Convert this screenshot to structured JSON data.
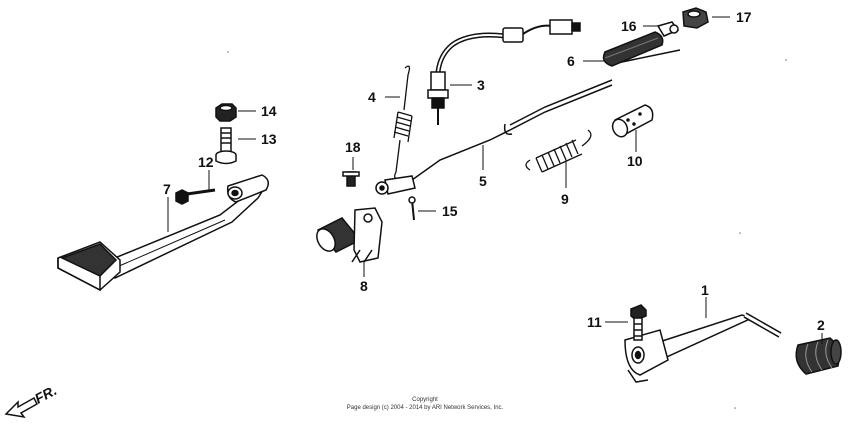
{
  "callouts": {
    "n1": "1",
    "n2": "2",
    "n3": "3",
    "n4": "4",
    "n5": "5",
    "n6": "6",
    "n7": "7",
    "n8": "8",
    "n9": "9",
    "n10": "10",
    "n11": "11",
    "n12": "12",
    "n13": "13",
    "n14": "14",
    "n15": "15",
    "n16": "16",
    "n17": "17",
    "n18": "18"
  },
  "direction_label": "FR.",
  "copyright": {
    "line1": "Copyright",
    "line2": "Page design (c) 2004 - 2014 by ARI Network Services, Inc."
  },
  "colors": {
    "line": "#111111",
    "fill": "#ffffff",
    "shade": "#333333"
  }
}
